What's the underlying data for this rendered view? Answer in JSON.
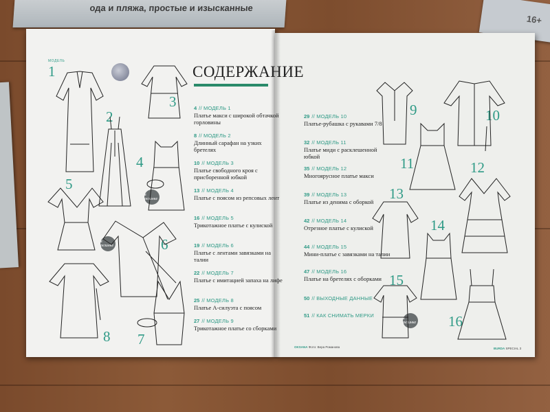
{
  "top_magazine": {
    "cover_text": "ода и пляжа, простые и изысканные",
    "corner_label": "16+"
  },
  "page_left": {
    "title": "СОДЕРЖАНИЕ",
    "toc_entries": [
      {
        "page": "4",
        "label": "// МОДЕЛЬ 1",
        "desc": "Платье макси с широкой обтачкой горловины"
      },
      {
        "page": "8",
        "label": "// МОДЕЛЬ 2",
        "desc": "Длинный сарафан на узких бретелях"
      },
      {
        "page": "10",
        "label": "// МОДЕЛЬ 3",
        "desc": "Платье свободного кроя с присборенной юбкой"
      },
      {
        "page": "13",
        "label": "// МОДЕЛЬ 4",
        "desc": "Платье с поясом из репсовых лент"
      },
      {
        "page": "16",
        "label": "// МОДЕЛЬ 5",
        "desc": "Трикотажное платье с кулиской"
      },
      {
        "page": "19",
        "label": "// МОДЕЛЬ 6",
        "desc": "Платье с лентами завязками на талии"
      },
      {
        "page": "22",
        "label": "// МОДЕЛЬ 7",
        "desc": "Платье с имитацией запаха на лифе"
      },
      {
        "page": "25",
        "label": "// МОДЕЛЬ 8",
        "desc": "Платье А-силуэта с поясом"
      },
      {
        "page": "27",
        "label": "// МОДЕЛЬ 9",
        "desc": "Трикотажное платье со сборками"
      }
    ],
    "model_numbers": [
      "1",
      "2",
      "3",
      "4",
      "5",
      "6",
      "7",
      "8"
    ],
    "model_tag": "МОДЕЛЬ",
    "badge_text": "в резинке",
    "footer": {
      "brand": "OKSANA",
      "credits": "Фото: Вера Романова"
    }
  },
  "page_right": {
    "toc_entries": [
      {
        "page": "29",
        "label": "// МОДЕЛЬ 10",
        "desc": "Платье-рубашка с рукавами 7/8"
      },
      {
        "page": "32",
        "label": "// МОДЕЛЬ 11",
        "desc": "Платье миди с расклешенной юбкой"
      },
      {
        "page": "35",
        "label": "// МОДЕЛЬ 12",
        "desc": "Многоярусное платье макси"
      },
      {
        "page": "39",
        "label": "// МОДЕЛЬ 13",
        "desc": "Платье из денима с оборкой"
      },
      {
        "page": "42",
        "label": "// МОДЕЛЬ 14",
        "desc": "Отрезное платье с кулиской"
      },
      {
        "page": "44",
        "label": "// МОДЕЛЬ 15",
        "desc": "Мини-платье с завязками на талии"
      },
      {
        "page": "47",
        "label": "// МОДЕЛЬ 16",
        "desc": "Платье на бретелях с оборками"
      },
      {
        "page": "50",
        "label": "// ВЫХОДНЫЕ ДАННЫЕ",
        "desc": ""
      },
      {
        "page": "51",
        "label": "// КАК СНИМАТЬ МЕРКИ",
        "desc": ""
      }
    ],
    "model_numbers": [
      "9",
      "10",
      "11",
      "12",
      "13",
      "14",
      "15",
      "16"
    ],
    "badge_text": "в резинке",
    "footer": {
      "brand": "BURDA",
      "label": "SPECIAL",
      "page": "3"
    }
  }
}
